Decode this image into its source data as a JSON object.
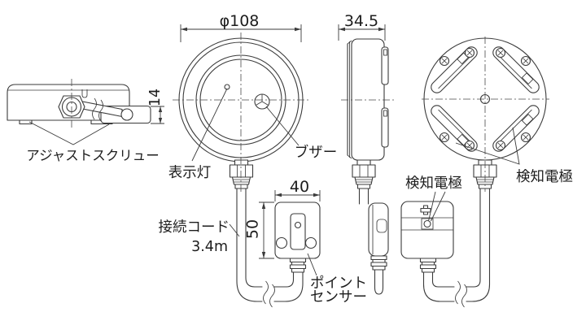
{
  "drawing": {
    "dimensions": {
      "diameter": "φ108",
      "depth": "34.5",
      "clamp_height": "14",
      "sensor_width": "40",
      "sensor_height": "50"
    },
    "labels": {
      "adjust_screw": "アジャストスクリュー",
      "indicator_lamp": "表示灯",
      "buzzer": "ブザー",
      "cord_line1": "接続コード",
      "cord_line2": "3.4m",
      "point_sensor_line1": "ポイント",
      "point_sensor_line2": "センサー",
      "electrode_left": "検知電極",
      "electrode_right": "検知電極"
    },
    "colors": {
      "line": "#3b3b3b",
      "text": "#1d1d1d",
      "background": "#ffffff"
    }
  }
}
